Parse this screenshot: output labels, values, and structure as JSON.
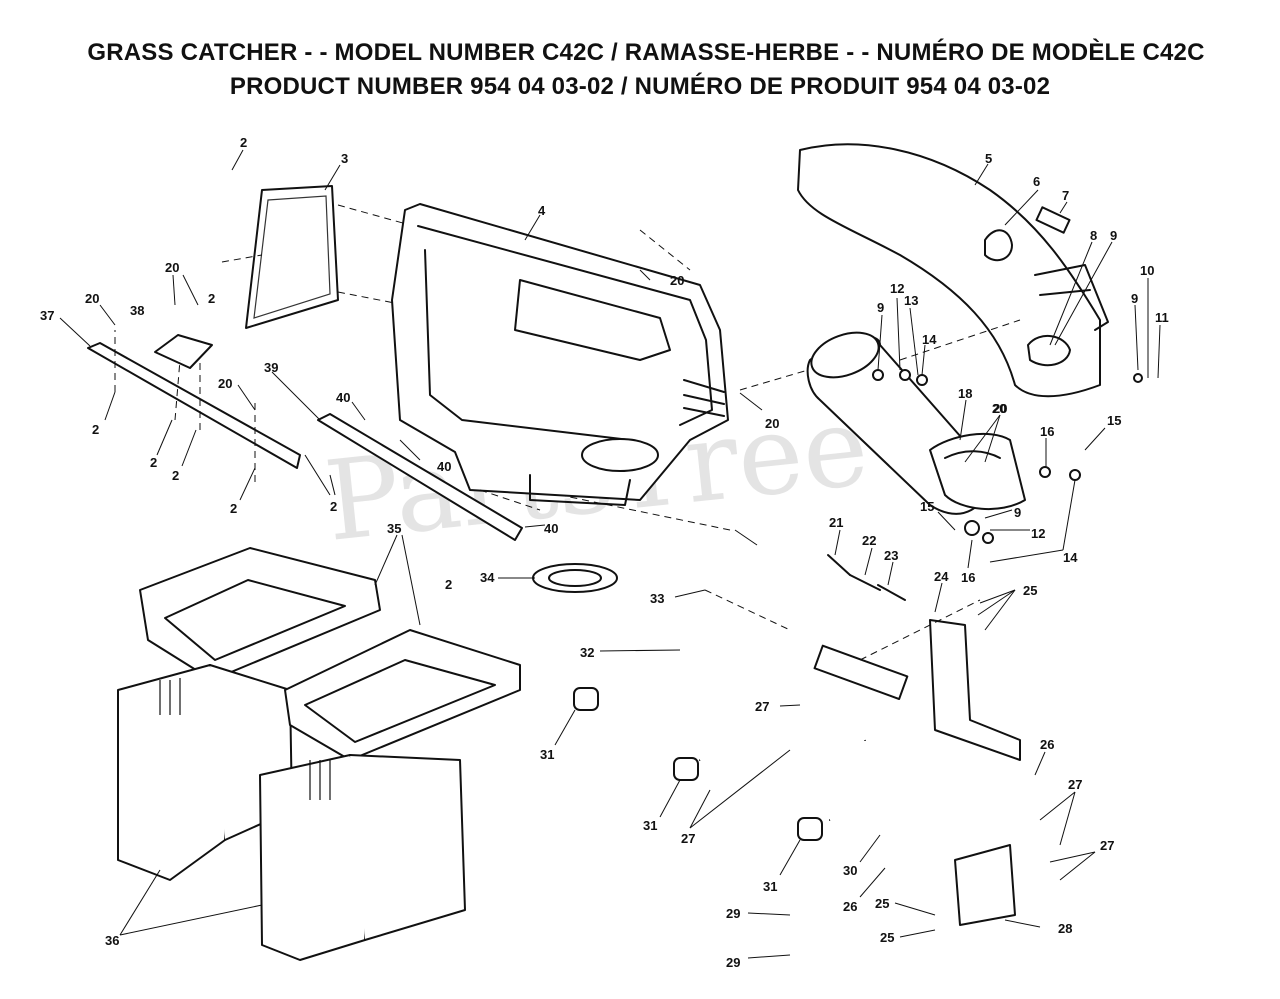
{
  "title": {
    "line1": "GRASS CATCHER - - MODEL NUMBER C42C / RAMASSE-HERBE - - NUMÉRO DE MODÈLE C42C",
    "line2": "PRODUCT NUMBER 954 04 03-02 / NUMÉRO DE PRODUIT 954 04 03-02"
  },
  "watermark": "PartsTree",
  "callouts": [
    "2",
    "3",
    "20",
    "2",
    "38",
    "20",
    "37",
    "2",
    "2",
    "2",
    "20",
    "2",
    "39",
    "40",
    "40",
    "2",
    "2",
    "40",
    "20",
    "4",
    "20",
    "5",
    "6",
    "7",
    "8",
    "9",
    "10",
    "9",
    "11",
    "12",
    "9",
    "13",
    "14",
    "20",
    "18",
    "20",
    "15",
    "16",
    "9",
    "12",
    "15",
    "16",
    "14",
    "21",
    "22",
    "23",
    "34",
    "35",
    "36",
    "33",
    "32",
    "24",
    "25",
    "27",
    "26",
    "31",
    "31",
    "27",
    "27",
    "27",
    "30",
    "31",
    "26",
    "25",
    "28",
    "25",
    "29",
    "29"
  ]
}
